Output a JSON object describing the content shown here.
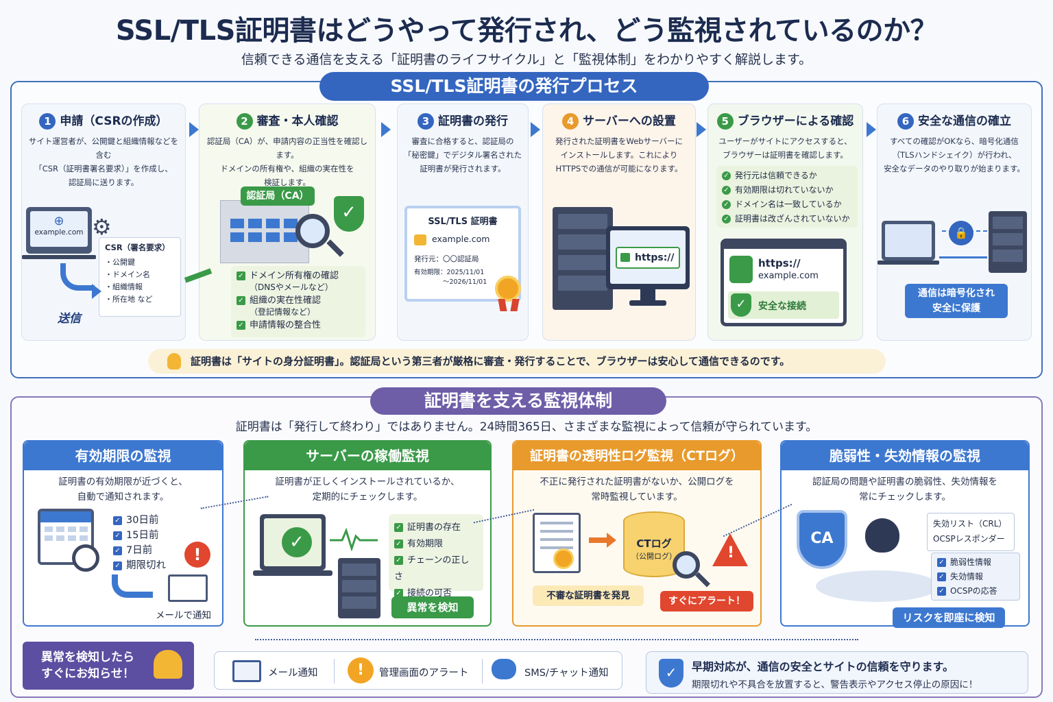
{
  "header": {
    "title": "SSL/TLS証明書はどうやって発行され、どう監視されているのか？",
    "subtitle": "信頼できる通信を支える「証明書のライフサイクル」と「監視体制」をわかりやすく解説します。"
  },
  "issuance": {
    "title": "SSL/TLS証明書の発行プロセス",
    "steps": [
      {
        "num": "1",
        "title": "申請（CSRの作成）",
        "desc": "サイト運営者が、公開鍵と組織情報などを含む\n「CSR（証明書署名要求）」を作成し、\n認証局に送ります。",
        "screen": "example.com",
        "csr_title": "CSR（署名要求）",
        "csr_items": [
          "公開鍵",
          "ドメイン名",
          "組織情報",
          "所在地 など"
        ],
        "send_label": "送信"
      },
      {
        "num": "2",
        "title": "審査・本人確認",
        "desc": "認証局（CA）が、申請内容の正当性を確認します。\nドメインの所有権や、組織の実在性を\n検証します。",
        "building_label": "認証局（CA）",
        "checks": [
          {
            "main": "ドメイン所有権の確認",
            "sub": "（DNSやメールなど）"
          },
          {
            "main": "組織の実在性確認",
            "sub": "（登記情報など）"
          },
          {
            "main": "申請情報の整合性",
            "sub": ""
          }
        ]
      },
      {
        "num": "3",
        "title": "証明書の発行",
        "desc": "審査に合格すると、認証局の\n「秘密鍵」でデジタル署名された\n証明書が発行されます。",
        "cert_title": "SSL/TLS 証明書",
        "cert_domain": "example.com",
        "cert_issuer": "発行元：〇〇認証局",
        "cert_validity": "有効期限：2025/11/01",
        "cert_validity2": "～2026/11/01"
      },
      {
        "num": "4",
        "title": "サーバーへの設置",
        "desc": "発行された証明書をWebサーバーに\nインストールします。これにより\nHTTPSでの通信が可能になります。",
        "https_label": "https://"
      },
      {
        "num": "5",
        "title": "ブラウザーによる確認",
        "desc": "ユーザーがサイトにアクセスすると、\nブラウザーは証明書を確認します。",
        "checks": [
          "発行元は信頼できるか",
          "有効期限は切れていないか",
          "ドメイン名は一致しているか",
          "証明書は改ざんされていないか"
        ],
        "url_line1": "https://",
        "url_line2": "example.com",
        "safe_label": "安全な接続"
      },
      {
        "num": "6",
        "title": "安全な通信の確立",
        "desc": "すべての確認がOKなら、暗号化通信\n（TLSハンドシェイク）が行われ、\n安全なデータのやり取りが始まります。",
        "badge": "通信は暗号化され\n安全に保護"
      }
    ],
    "tip": "証明書は「サイトの身分証明書」。認証局という第三者が厳格に審査・発行することで、ブラウザーは安心して通信できるのです。"
  },
  "monitoring": {
    "title": "証明書を支える監視体制",
    "subtitle": "証明書は「発行して終わり」ではありません。24時間365日、さまざまな監視によって信頼が守られています。",
    "cards": [
      {
        "title": "有効期限の監視",
        "desc": "証明書の有効期限が近づくと、\n自動で通知されます。",
        "checks": [
          "30日前",
          "15日前",
          "7日前",
          "期限切れ"
        ],
        "mail_label": "メールで通知"
      },
      {
        "title": "サーバーの稼働監視",
        "desc": "証明書が正しくインストールされているか、\n定期的にチェックします。",
        "checks": [
          "証明書の存在",
          "有効期限",
          "チェーンの正しさ",
          "接続の可否"
        ],
        "badge": "異常を検知"
      },
      {
        "title": "証明書の透明性ログ監視（CTログ）",
        "desc": "不正に発行された証明書がないか、公開ログを\n常時監視しています。",
        "log_label": "CTログ",
        "log_sub": "（公開ログ）",
        "found_label": "不審な証明書を発見",
        "alert_label": "すぐにアラート！"
      },
      {
        "title": "脆弱性・失効情報の監視",
        "desc": "認証局の問題や証明書の脆弱性、失効情報を\n常にチェックします。",
        "ca_label": "CA",
        "list_title1": "失効リスト（CRL）",
        "list_title2": "OCSPレスポンダー",
        "checks": [
          "脆弱性情報",
          "失効情報",
          "OCSPの応答"
        ],
        "badge": "リスクを即座に検知"
      }
    ],
    "notify_box": "異常を検知したら\nすぐにお知らせ！",
    "channels": [
      "メール通知",
      "管理画面のアラート",
      "SMS/チャット通知"
    ],
    "conclusion_title": "早期対応が、通信の安全とサイトの信頼を守ります。",
    "conclusion_sub": "期限切れや不具合を放置すると、警告表示やアクセス停止の原因に！"
  },
  "colors": {
    "blue": "#3466c0",
    "green": "#3a9a48",
    "orange": "#e89a2c",
    "purple": "#6e5ea8",
    "red": "#e0472e"
  }
}
